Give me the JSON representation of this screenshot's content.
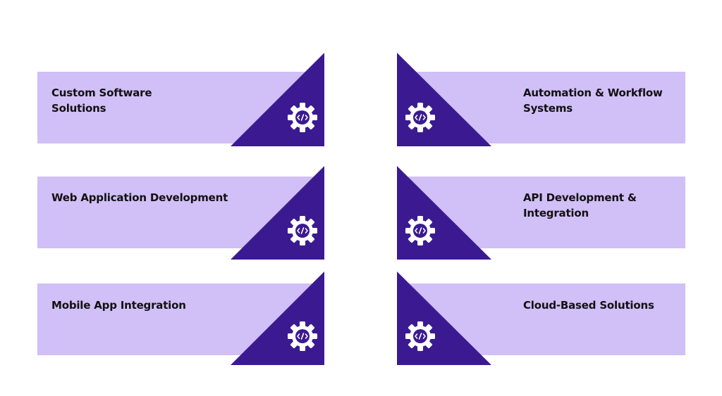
{
  "colors": {
    "card_fill": "#d1bff7",
    "accent": "#3b1a91",
    "icon": "#ffffff",
    "text": "#111111"
  },
  "left_items": [
    {
      "label": "Custom Software\nSolutions",
      "icon": "gear-code-icon"
    },
    {
      "label": "Web Application Development",
      "icon": "gear-code-icon"
    },
    {
      "label": "Mobile App Integration",
      "icon": "gear-code-icon"
    }
  ],
  "right_items": [
    {
      "label": "Automation & Workflow\nSystems",
      "icon": "gear-code-icon"
    },
    {
      "label": "API Development &\n Integration",
      "icon": "gear-code-icon"
    },
    {
      "label": "Cloud-Based Solutions",
      "icon": "gear-code-icon"
    }
  ]
}
